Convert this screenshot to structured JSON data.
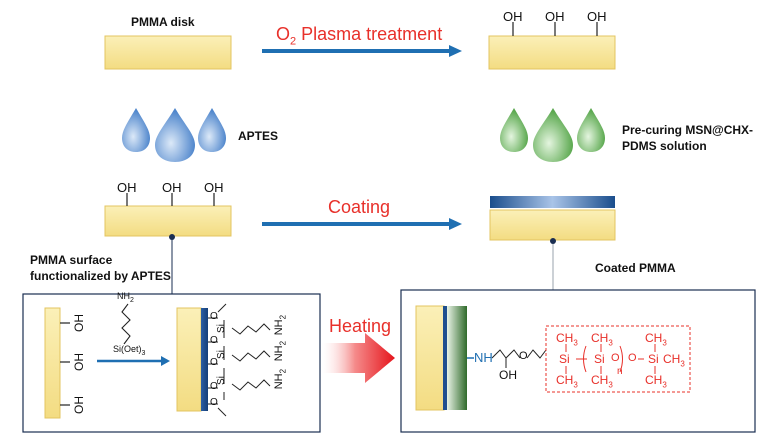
{
  "labels": {
    "pmma_disk": "PMMA disk",
    "o2_plasma": "O",
    "o2_sub": "2",
    "o2_rest": " Plasma treatment",
    "aptes": "APTES",
    "precuring_line1": "Pre-curing MSN@CHX-",
    "precuring_line2": "PDMS solution",
    "coating": "Coating",
    "pmma_surface_line1": "PMMA surface",
    "pmma_surface_line2": "functionalized by APTES",
    "coated_pmma": "Coated PMMA",
    "heating": "Heating",
    "oh": "OH",
    "nh2": "NH",
    "nh2_sub": "2",
    "si_oet": "Si(Oet)",
    "si_oet_sub": "3",
    "nh": "NH",
    "ch3": "CH",
    "ch3_sub": "3",
    "si": "Si",
    "o": "O",
    "n": "n"
  },
  "colors": {
    "pmma_fill": "#f8e89a",
    "pmma_edge": "#e2c25a",
    "arrow_blue": "#1f6fb2",
    "label_red": "#e8302a",
    "drop_blue": "#5b8fcf",
    "drop_green": "#6fbf6a",
    "coating_dark": "#1c4f8f",
    "green_dark": "#2f6a2a"
  }
}
